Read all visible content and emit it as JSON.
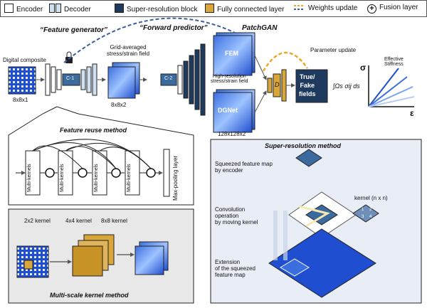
{
  "legend": {
    "encoder": "Encoder",
    "decoder": "Decoder",
    "super_resolution_block": "Super-resolution block",
    "fully_connected_layer": "Fully connected layer",
    "weights_update": "Weights update",
    "fusion_layer": "Fusion layer"
  },
  "top": {
    "feature_generator": "“Feature generator”",
    "forward_predictor": "“Forward predictor”",
    "patchgan": "PatchGAN",
    "digital_composite": "Digital composite",
    "dim_8x8x1": "8x8x1",
    "grid_averaged": "Grid-averaged\nstress/strain field",
    "dim_8x8x2": "8x8x2",
    "c1": "C-1",
    "c2": "C-2",
    "fem": "FEM",
    "dgnet": "DGNet",
    "high_res": "High-resolution\nstress/strain field",
    "dim_128": "128x128x2",
    "d": "D",
    "parameter_update": "Parameter update",
    "true_fake": "True/\nFake\nfields",
    "integral": "∫Ωs σij ds",
    "effective_stiffness": "Effective\nStiffness",
    "sigma": "σ",
    "epsilon": "ε"
  },
  "feature_reuse": {
    "title": "Feature reuse method",
    "blocks": [
      "Multi-kernels",
      "Multi-kernels",
      "Multi-kernels",
      "Multi-kernels"
    ],
    "pool": "Max-pooling layer"
  },
  "multi_scale": {
    "title": "Multi-scale kernel method",
    "k2": "2x2 kernel",
    "k4": "4x4 kernel",
    "k8": "8x8 kernel"
  },
  "super_res": {
    "title": "Super-resolution method",
    "squeezed": "Squeezed feature map\nby encoder",
    "conv": "Convolution\noperation\nby moving kernel",
    "kernel": "kernel (n x n)",
    "extension": "Extension\nof the squeezed\nfeature map",
    "cells": [
      "1",
      "2",
      "3",
      "4"
    ]
  },
  "colors": {
    "encoder": "#ffffff",
    "decoder": "#cfe0f0",
    "super_res_block": "#1f3a5f",
    "fully_connected": "#d9a63a",
    "weights_update": "#e8a92a",
    "weights_update_2": "#3b5fa0",
    "field_blue": "#1f4fd0"
  }
}
